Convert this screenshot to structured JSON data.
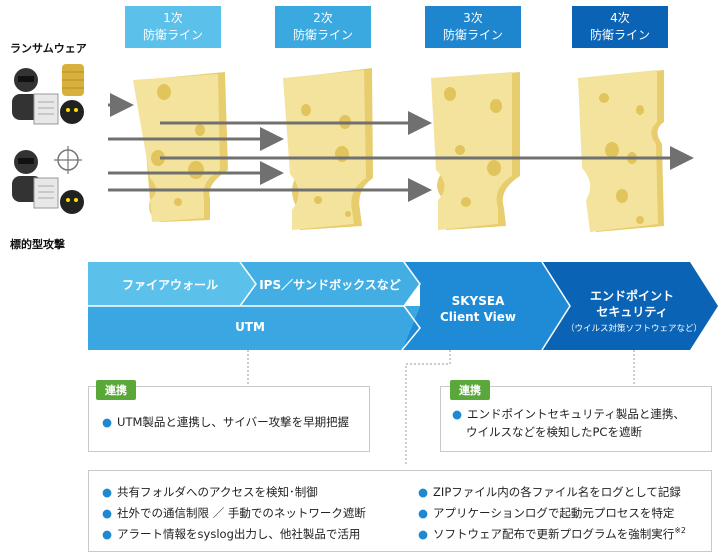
{
  "defense_lines": [
    {
      "line1": "1次",
      "line2": "防衛ライン",
      "color": "#5bc0ea"
    },
    {
      "line1": "2次",
      "line2": "防衛ライン",
      "color": "#3aa9e0"
    },
    {
      "line1": "3次",
      "line2": "防衛ライン",
      "color": "#1d86cf"
    },
    {
      "line1": "4次",
      "line2": "防衛ライン",
      "color": "#0b63b5"
    }
  ],
  "threats": {
    "ransomware": "ランサムウェア",
    "targeted": "標的型攻撃"
  },
  "layers": {
    "firewall": "ファイアウォール",
    "ips": "IPS／サンドボックスなど",
    "utm": "UTM",
    "skysea": "SKYSEA\nClient View",
    "skysea_line1": "SKYSEA",
    "skysea_line2": "Client View",
    "endpoint_line1": "エンドポイント",
    "endpoint_line2": "セキュリティ",
    "endpoint_note": "（ウイルス対策ソフトウェアなど）"
  },
  "colors": {
    "firewall": "#5bc0ea",
    "ips": "#42aee4",
    "utm": "#3aa6e2",
    "skysea": "#1f8bd6",
    "endpoint": "#0b63b5",
    "cheese": "#f4e39c",
    "cheese_dark": "#e7cd6e",
    "tag": "#5aa83a"
  },
  "callouts": {
    "left": {
      "tag": "連携",
      "text": "UTM製品と連携し、サイバー攻撃を早期把握"
    },
    "right": {
      "tag": "連携",
      "line1": "エンドポイントセキュリティ製品と連携、",
      "line2": "ウイルスなどを検知したPCを遮断"
    }
  },
  "features": {
    "left": [
      "共有フォルダへのアクセスを検知･制御",
      "社外での通信制限 ／ 手動でのネットワーク遮断",
      "アラート情報をsyslog出力し、他社製品で活用"
    ],
    "right": [
      "ZIPファイル内の各ファイル名をログとして記録",
      "アプリケーションログで起動元プロセスを特定",
      "ソフトウェア配布で更新プログラムを強制実行"
    ],
    "footnote": "※2"
  }
}
